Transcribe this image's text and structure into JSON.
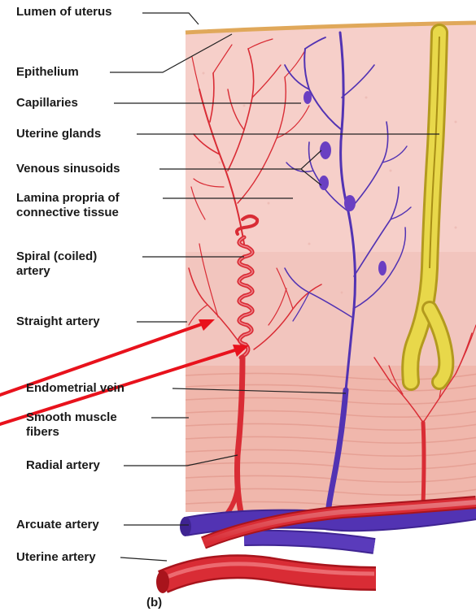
{
  "labels": {
    "lumen_of_uterus": "Lumen of uterus",
    "epithelium": "Epithelium",
    "capillaries": "Capillaries",
    "uterine_glands": "Uterine glands",
    "venous_sinusoids": "Venous sinusoids",
    "lamina_propria": "Lamina propria of\nconnective tissue",
    "spiral_artery": "Spiral (coiled)\nartery",
    "straight_artery": "Straight artery",
    "endometrial_vein": "Endometrial vein",
    "smooth_muscle": "Smooth muscle\nfibers",
    "radial_artery": "Radial artery",
    "arcuate_artery": "Arcuate artery",
    "uterine_artery": "Uterine artery"
  },
  "panel_caption": "(b)",
  "colors": {
    "artery": "#d92c35",
    "vein": "#5233b3",
    "gland": "#e8d84a",
    "gland_outline": "#b39a1e",
    "tissue": "#f6cfc9",
    "muscle": "#f0b7ac",
    "epithelium": "#e0a85a",
    "annotation_arrow": "#e8121c",
    "leader_line": "#222222"
  }
}
